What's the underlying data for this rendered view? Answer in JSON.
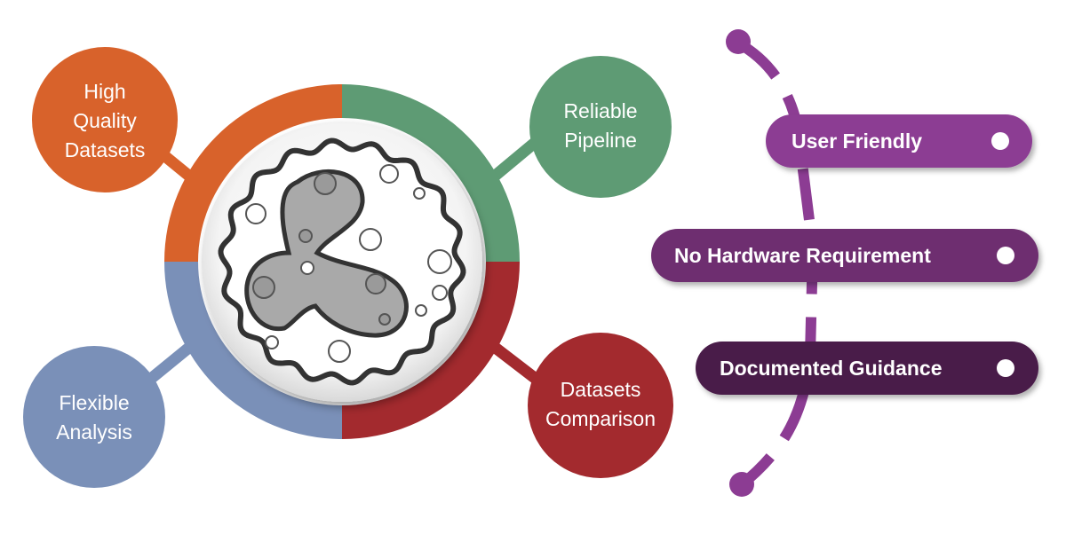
{
  "features": {
    "high_quality": {
      "line1": "High",
      "line2": "Quality",
      "line3": "Datasets",
      "color": "#D8622B"
    },
    "reliable": {
      "line1": "Reliable",
      "line2": "Pipeline",
      "color": "#5E9B74"
    },
    "flexible": {
      "line1": "Flexible",
      "line2": "Analysis",
      "color": "#7A90B8"
    },
    "comparison": {
      "line1": "Datasets",
      "line2": "Comparison",
      "color": "#A32A2E"
    }
  },
  "benefits": {
    "user_friendly": {
      "label": "User Friendly",
      "color": "#8C3C93"
    },
    "no_hardware": {
      "label": "No Hardware Requirement",
      "color": "#6E2E70"
    },
    "guidance": {
      "label": "Documented Guidance",
      "color": "#4A1A48"
    }
  },
  "colors": {
    "timeline": "#8C3C93",
    "cell": "#A9A9A9",
    "cell_outline": "#333333"
  }
}
